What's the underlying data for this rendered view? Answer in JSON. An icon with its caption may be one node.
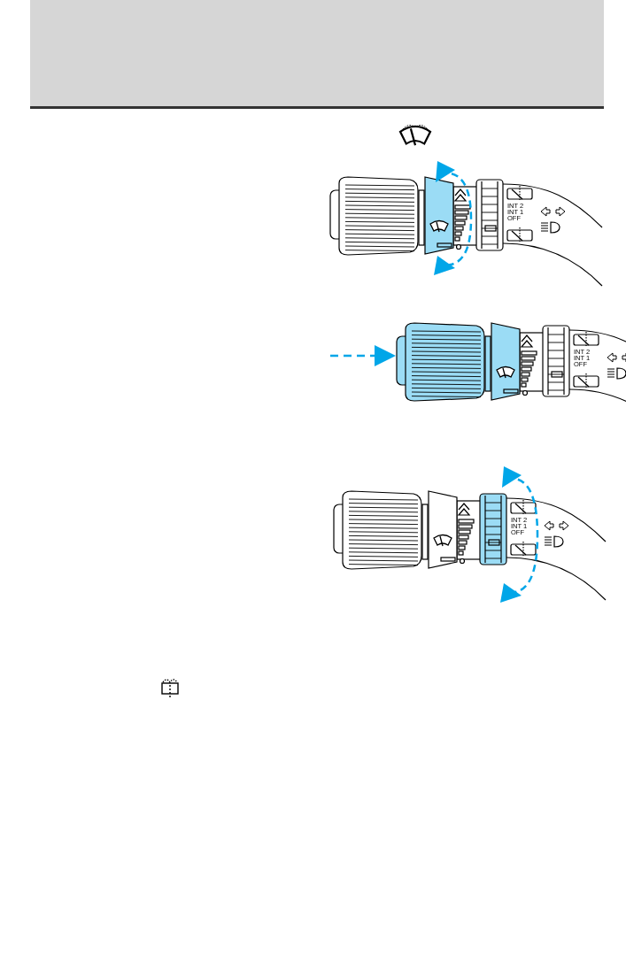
{
  "diagram": {
    "labels": [
      "INT 2",
      "INT 1",
      "OFF",
      "INT 2",
      "INT 1",
      "OFF",
      "INT 2",
      "INT 1",
      "OFF"
    ]
  }
}
